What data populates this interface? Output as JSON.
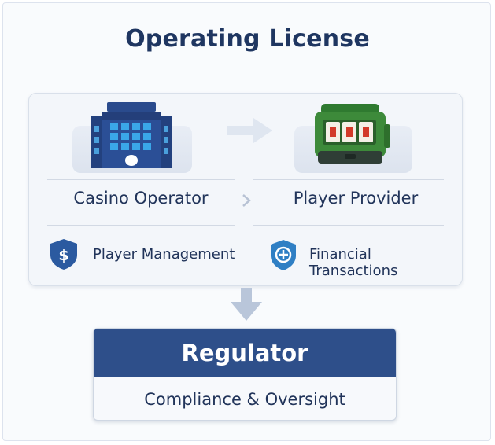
{
  "title": "Operating License",
  "operator": {
    "label": "Casino Operator",
    "icon": "casino-building-icon",
    "feature_label": "Player Management",
    "feature_icon": "dollar-shield-icon"
  },
  "provider": {
    "label": "Player Provider",
    "icon": "slot-machine-icon",
    "feature_label": "Financial Transactions",
    "feature_icon": "transaction-shield-icon"
  },
  "regulator": {
    "title": "Regulator",
    "subtitle": "Compliance & Oversight"
  },
  "colors": {
    "title_text": "#1f3661",
    "regulator_header": "#2e4f8a",
    "building_blue": "#2b4f96",
    "slot_green": "#3d8a3a",
    "arrow": "#b9c6da"
  }
}
